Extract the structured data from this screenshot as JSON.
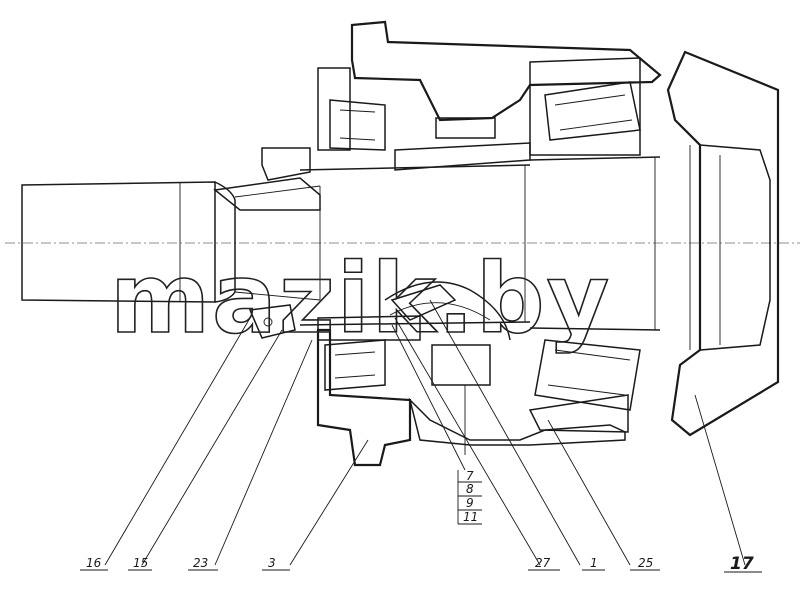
{
  "watermark": "mazik.by",
  "callouts": [
    {
      "id": "c16",
      "label": "16"
    },
    {
      "id": "c15",
      "label": "15"
    },
    {
      "id": "c23",
      "label": "23"
    },
    {
      "id": "c3",
      "label": "3"
    },
    {
      "id": "c27",
      "label": "27"
    },
    {
      "id": "c1",
      "label": "1"
    },
    {
      "id": "c25",
      "label": "25"
    },
    {
      "id": "c17",
      "label": "17"
    }
  ],
  "stack": [
    "7",
    "8",
    "9",
    "11"
  ]
}
